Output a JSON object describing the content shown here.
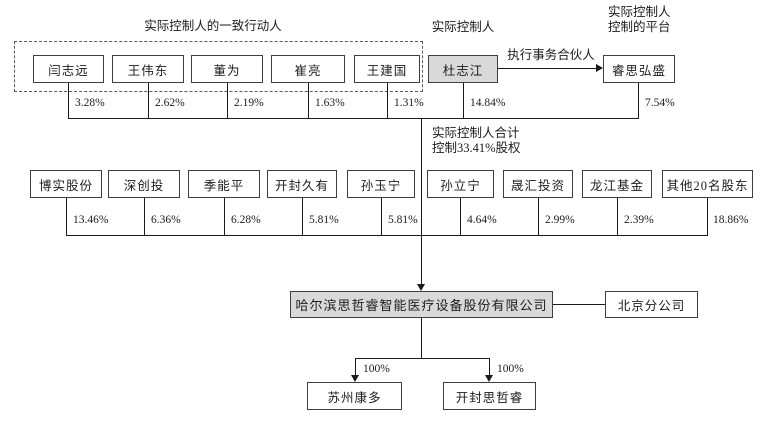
{
  "labels": {
    "acting_in_concert": "实际控制人的一致行动人",
    "actual_controller": "实际控制人",
    "platform_line1": "实际控制人",
    "platform_line2": "控制的平台",
    "executive_partner": "执行事务合伙人",
    "total_control_line1": "实际控制人合计",
    "total_control_line2": "控制33.41%股权"
  },
  "row1": [
    {
      "name": "闫志远",
      "pct": "3.28%"
    },
    {
      "name": "王伟东",
      "pct": "2.62%"
    },
    {
      "name": "董为",
      "pct": "2.19%"
    },
    {
      "name": "崔亮",
      "pct": "1.63%"
    },
    {
      "name": "王建国",
      "pct": "1.31%"
    },
    {
      "name": "杜志江",
      "pct": "14.84%"
    },
    {
      "name": "睿思弘盛",
      "pct": "7.54%"
    }
  ],
  "row2": [
    {
      "name": "博实股份",
      "pct": "13.46%"
    },
    {
      "name": "深创投",
      "pct": "6.36%"
    },
    {
      "name": "季能平",
      "pct": "6.28%"
    },
    {
      "name": "开封久有",
      "pct": "5.81%"
    },
    {
      "name": "孙玉宁",
      "pct": "5.81%"
    },
    {
      "name": "孙立宁",
      "pct": "4.64%"
    },
    {
      "name": "晟汇投资",
      "pct": "2.99%"
    },
    {
      "name": "龙江基金",
      "pct": "2.39%"
    },
    {
      "name": "其他20名股东",
      "pct": "18.86%"
    }
  ],
  "company": {
    "name": "哈尔滨思哲睿智能医疗设备股份有限公司"
  },
  "branch": {
    "name": "北京分公司"
  },
  "subsidiaries": [
    {
      "name": "苏州康多",
      "pct": "100%"
    },
    {
      "name": "开封思哲睿",
      "pct": "100%"
    }
  ],
  "colors": {
    "line": "#1a1a1a",
    "box_border": "#3f3f3f",
    "highlight_fill": "#d9d9d9",
    "background": "#ffffff"
  }
}
